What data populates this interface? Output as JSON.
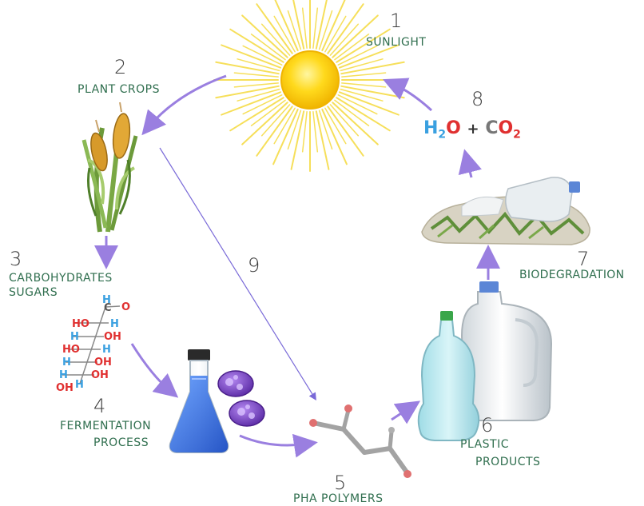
{
  "steps": [
    {
      "number": "1",
      "label": "SUNLIGHT"
    },
    {
      "number": "2",
      "label": "PLANT CROPS"
    },
    {
      "number": "3",
      "label_line1": "CARBOHYDRATES",
      "label_line2": "SUGARS"
    },
    {
      "number": "4",
      "label_line1": "FERMENTATION",
      "label_line2": "PROCESS"
    },
    {
      "number": "5",
      "label": "PHA POLYMERS"
    },
    {
      "number": "6",
      "label_line1": "PLASTIC",
      "label_line2": "PRODUCTS"
    },
    {
      "number": "7",
      "label": "BIODEGRADATION"
    },
    {
      "number": "8",
      "formula": {
        "h": "H",
        "sub1": "2",
        "o": "O",
        "plus": "+",
        "c": "C",
        "o2": "O",
        "sub2": "2"
      }
    },
    {
      "number": "9"
    }
  ],
  "molecule_atoms": {
    "top": [
      "H",
      "C",
      "O"
    ],
    "rows": [
      [
        "HO",
        "H"
      ],
      [
        "H",
        "OH"
      ],
      [
        "HO",
        "H"
      ],
      [
        "H",
        "OH"
      ],
      [
        "H",
        "OH"
      ]
    ],
    "bottom": [
      "H",
      "OH"
    ]
  },
  "colors": {
    "arrow": "#9a7fe0",
    "arrow_thin": "#7a6ad8",
    "label": "#2f6e4e",
    "number": "#3e3e3e",
    "hydrogen": "#3aa0e0",
    "oxygen": "#e03030",
    "sun": "#f5c800",
    "sun_rays": "#f6df5a",
    "liquid": "#2f6bd8",
    "cells": "#7b42c4",
    "bottle_teal": "#b8e8ee",
    "jug": "#e8ecee"
  }
}
